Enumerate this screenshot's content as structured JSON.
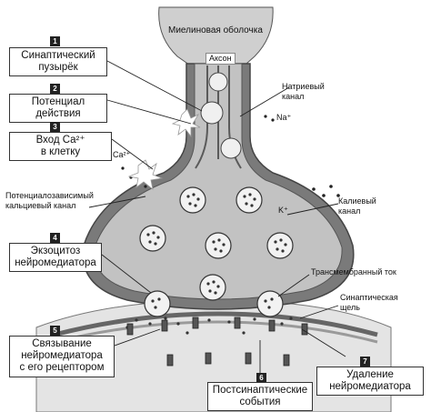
{
  "labels": {
    "myelin": "Миелиновая оболочка",
    "axon": "Аксон",
    "sodium_channel": "Натриевый\nканал",
    "na": "Na⁺",
    "ca_ion": "Ca²⁺",
    "voltage_ca_channel": "Потенциалозависимый\nкальциевый канал",
    "k_ion": "K⁺",
    "potassium_channel": "Калиевый\nканал",
    "transmembrane_current": "Трансмембранный ток",
    "synaptic_cleft": "Синаптическая\nщель"
  },
  "steps": [
    {
      "num": "1",
      "text": "Синаптический\nпузырёк"
    },
    {
      "num": "2",
      "text": "Потенциал\nдействия"
    },
    {
      "num": "3",
      "text": "Вход Ca²⁺\nв клетку"
    },
    {
      "num": "4",
      "text": "Экзоцитоз\nнейромедиатора"
    },
    {
      "num": "5",
      "text": "Связывание\nнейромедиатора\nс его рецептором"
    },
    {
      "num": "6",
      "text": "Постсинаптические\nсобытия"
    },
    {
      "num": "7",
      "text": "Удаление\nнейромедиатора"
    }
  ],
  "colors": {
    "membrane_dark": "#6e6e6e",
    "membrane_light": "#d6d6d6",
    "cytoplasm": "#bdbdbd",
    "vesicle": "#f2f2f2"
  }
}
